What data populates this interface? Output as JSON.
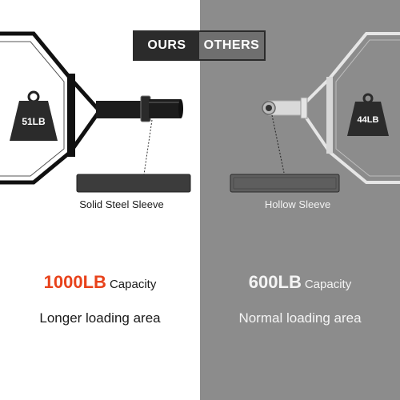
{
  "tabs": {
    "ours": "OURS",
    "others": "OTHERS"
  },
  "left": {
    "weight": "51LB",
    "sleeve_label": "Solid Steel Sleeve",
    "capacity_value": "1000LB",
    "capacity_unit": "Capacity",
    "loading_text": "Longer loading area"
  },
  "right": {
    "weight": "44LB",
    "sleeve_label": "Hollow Sleeve",
    "capacity_value": "600LB",
    "capacity_unit": "Capacity",
    "loading_text": "Normal loading area"
  },
  "colors": {
    "accent": "#e8421b",
    "left_bg": "#ffffff",
    "right_bg": "#8c8c8c",
    "tab_dark": "#2b2b2b"
  }
}
